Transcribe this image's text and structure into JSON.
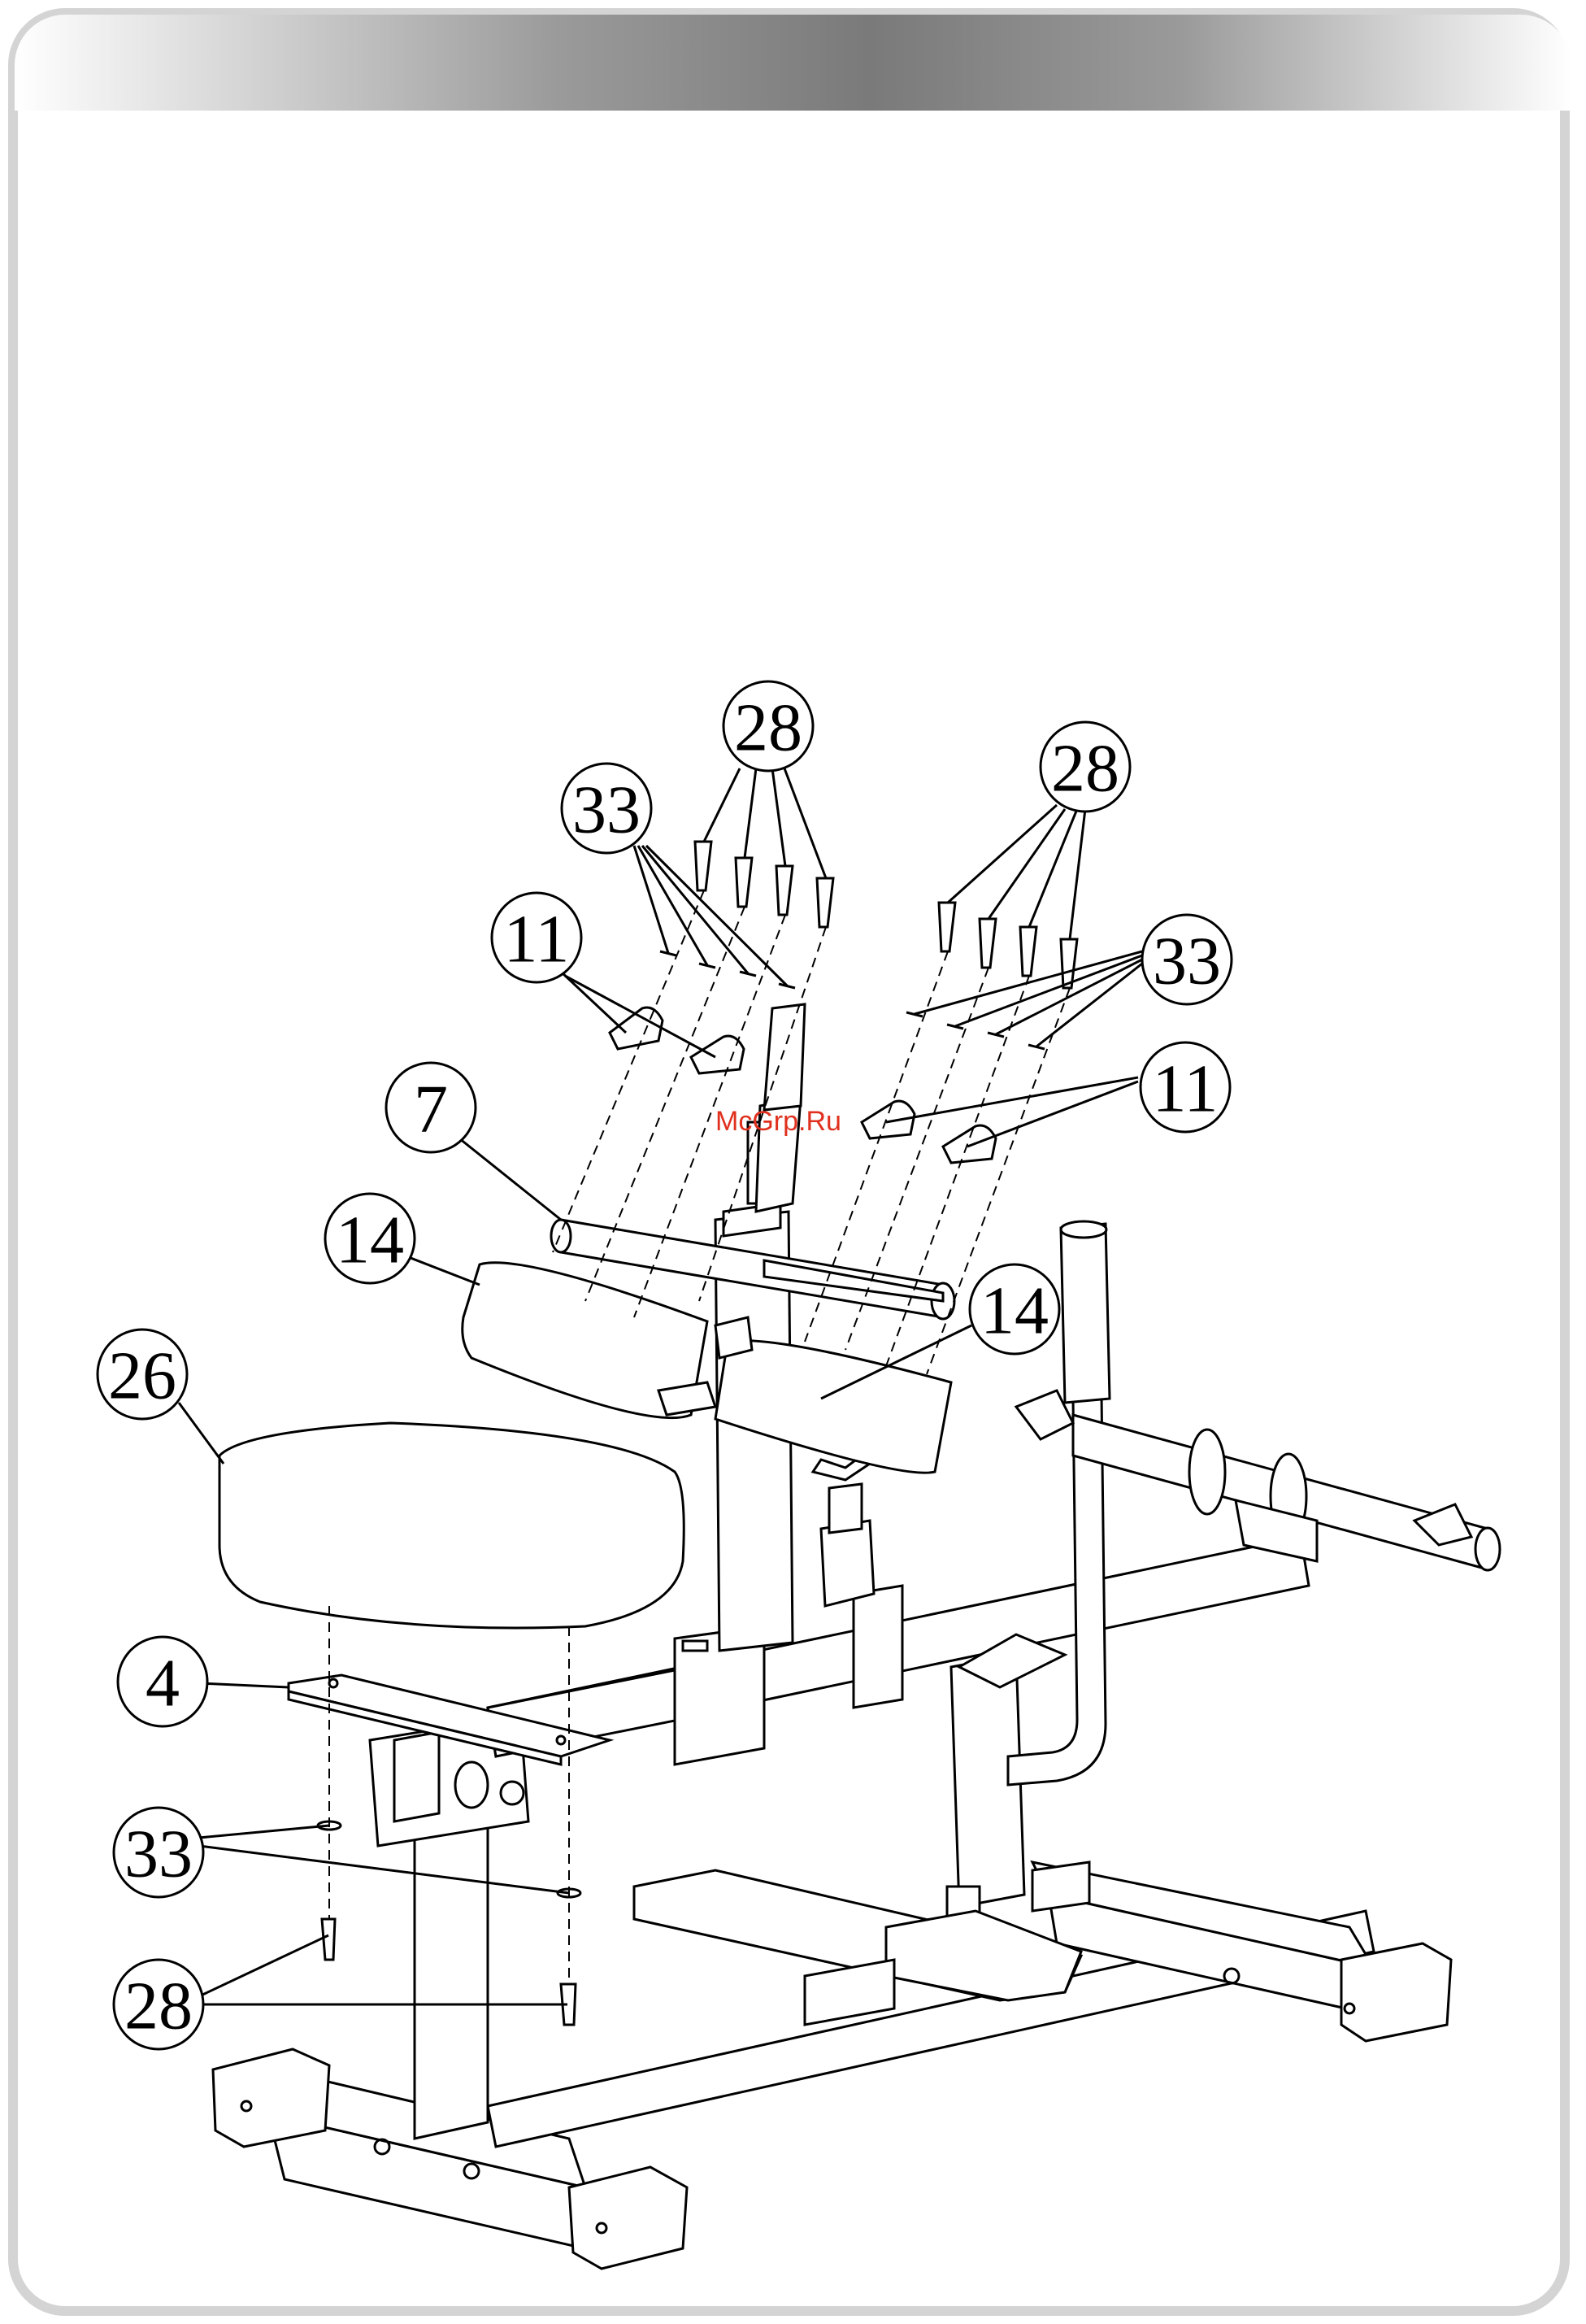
{
  "watermark": "McGrp.Ru",
  "callouts": {
    "c28_top_left": "28",
    "c28_top_right": "28",
    "c33_upper_left": "33",
    "c33_upper_right": "33",
    "c11_left": "11",
    "c11_right": "11",
    "c7": "7",
    "c14_left": "14",
    "c14_right": "14",
    "c26": "26",
    "c4": "4",
    "c33_lower": "33",
    "c28_lower": "28"
  }
}
